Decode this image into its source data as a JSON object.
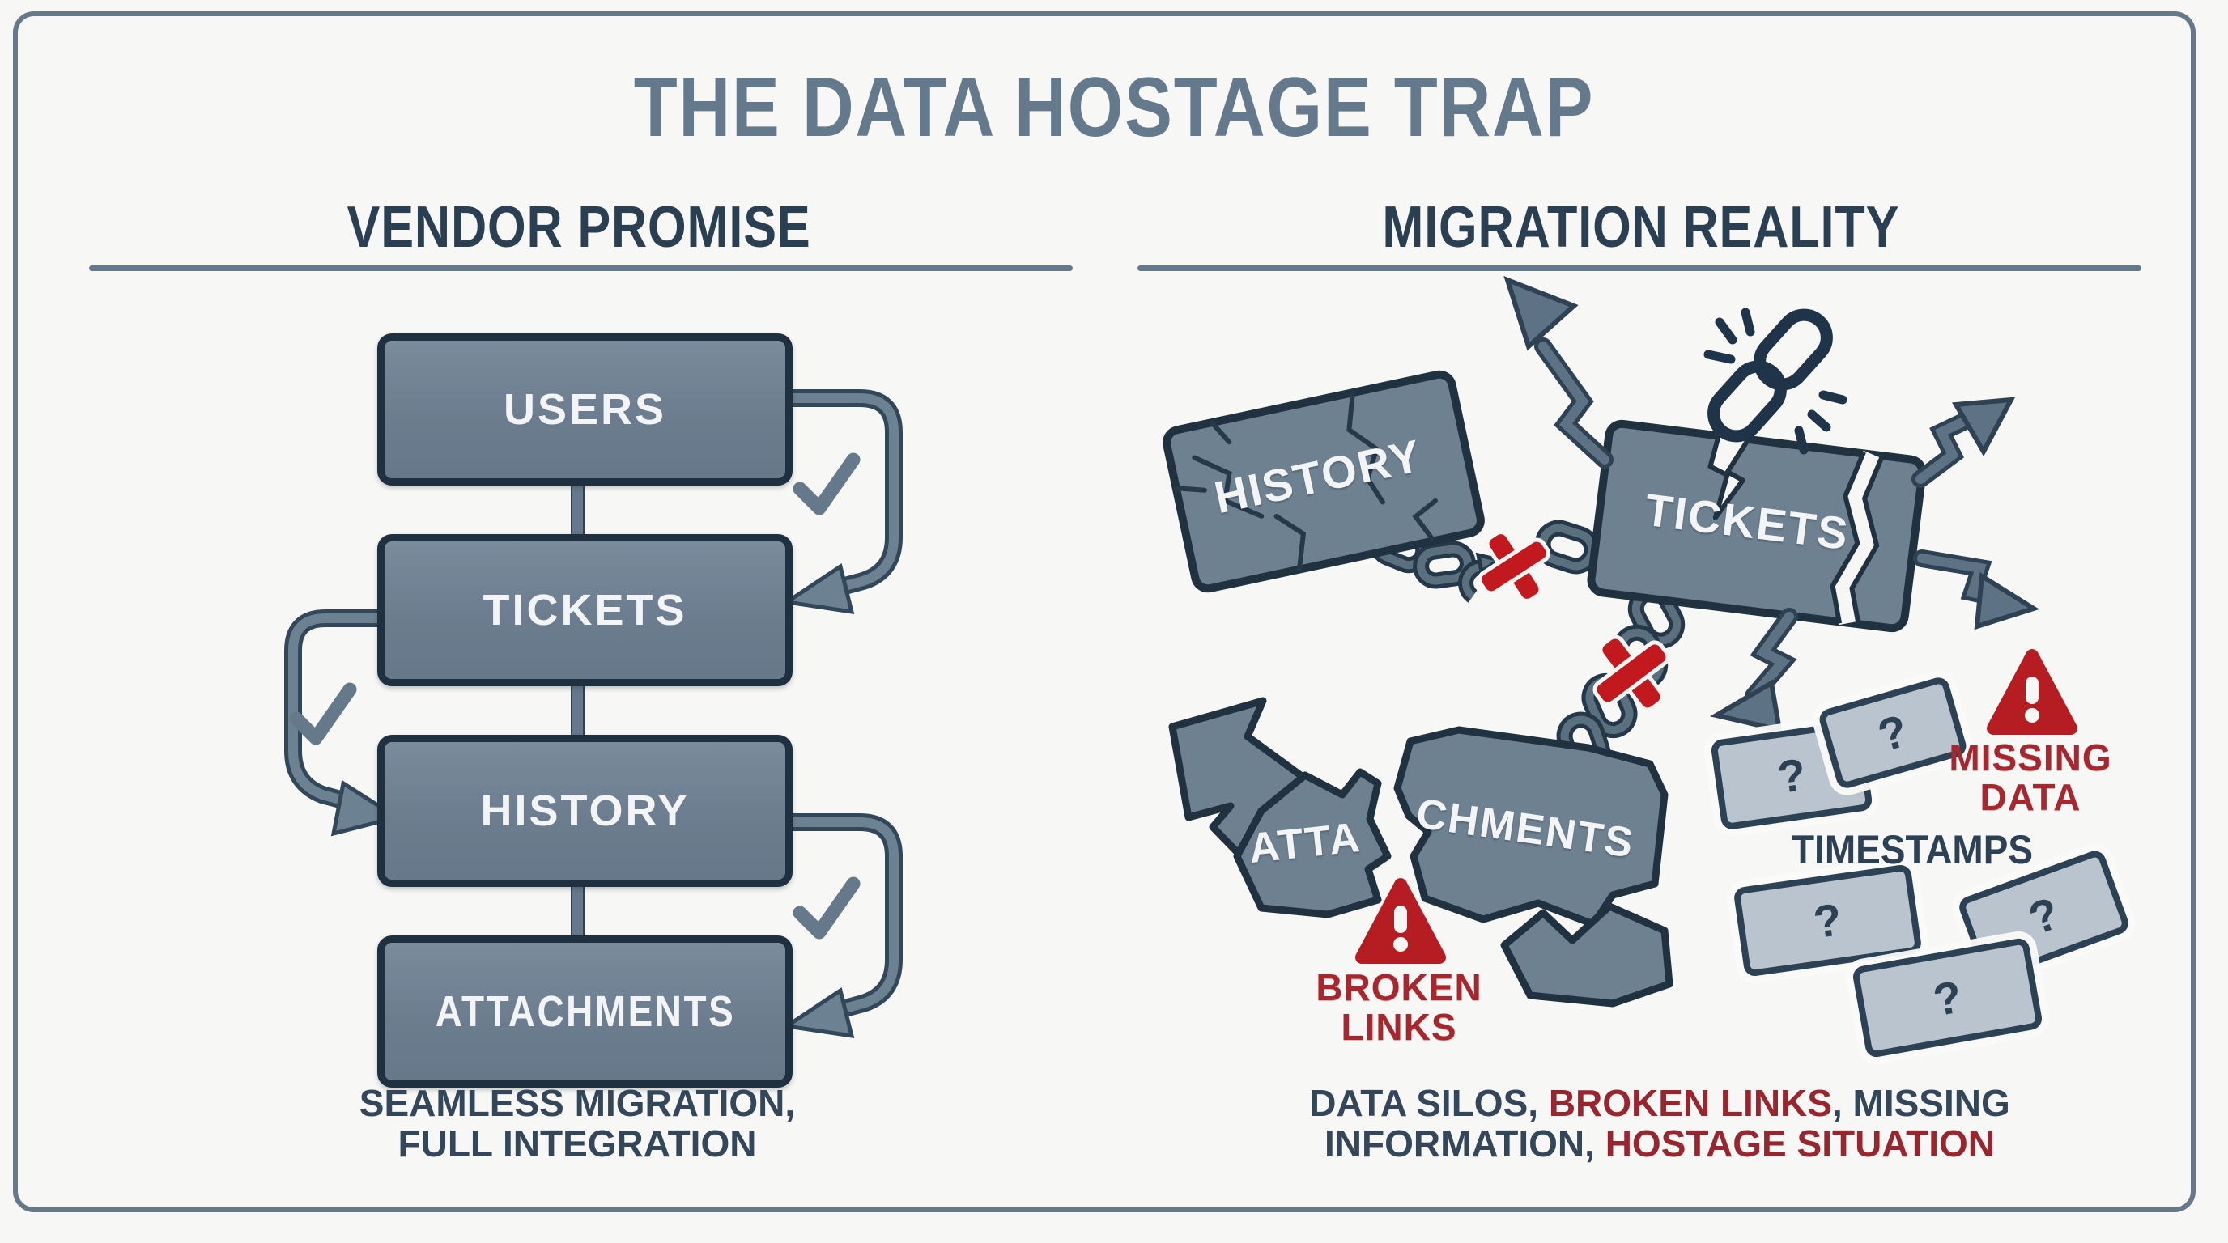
{
  "title": "THE DATA HOSTAGE TRAP",
  "left": {
    "header": "VENDOR PROMISE",
    "boxes": [
      {
        "label": "USERS"
      },
      {
        "label": "TICKETS"
      },
      {
        "label": "HISTORY"
      },
      {
        "label": "ATTACHMENTS"
      }
    ],
    "caption": [
      "SEAMLESS MIGRATION,",
      "FULL INTEGRATION"
    ]
  },
  "right": {
    "header": "MIGRATION REALITY",
    "history_label": "HISTORY",
    "tickets_label": "TICKETS",
    "attachments_fragment_left": "ATTA",
    "attachments_fragment_right": "CHMENTS",
    "timestamps_label": "TIMESTAMPS",
    "missing_data": [
      "MISSING",
      "DATA"
    ],
    "broken_links": [
      "BROKEN",
      "LINKS"
    ],
    "question_mark": "?",
    "caption_line1": [
      {
        "text": "DATA SILOS, ",
        "tone": "dark"
      },
      {
        "text": "BROKEN LINKS",
        "tone": "red"
      },
      {
        "text": ", MISSING",
        "tone": "dark"
      }
    ],
    "caption_line2": [
      {
        "text": "INFORMATION, ",
        "tone": "dark"
      },
      {
        "text": "HOSTAGE SITUATION",
        "tone": "red"
      }
    ]
  },
  "icons": {
    "broken-chain-icon": "⛓",
    "warning-triangle-icon": "⚠",
    "red-x-icon": "✖",
    "checkmark-icon": "✓",
    "curved-arrow-icon": "↳",
    "zigzag-arrow-icon": "↗"
  },
  "colors": {
    "background": "#f7f7f5",
    "frame": "#66798b",
    "slate_box": "#6e8190",
    "box_border": "#1f3140",
    "arrow": "#64798c",
    "title_text": "#647a8c",
    "header_text": "#2b3f52",
    "caption_text": "#33465a",
    "alert_red": "#b61d22",
    "x_red": "#c2191f",
    "red_text": "#a8272f",
    "qbox_fill": "#b9c4ce",
    "qbox_border": "#2c4254"
  }
}
